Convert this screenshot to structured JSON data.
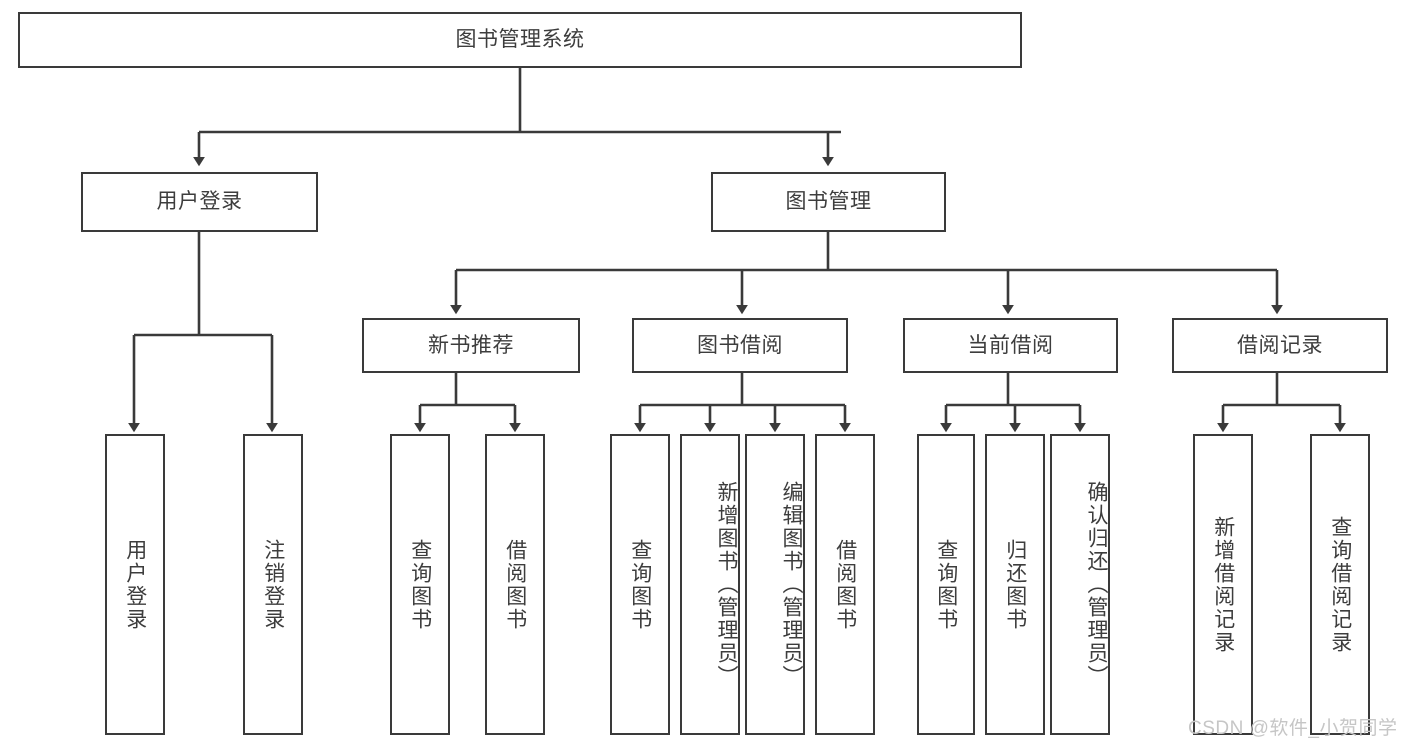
{
  "diagram": {
    "title": "图书管理系统",
    "type": "tree-hierarchy",
    "nodes": {
      "root": {
        "label": "图书管理系统",
        "level": 1
      },
      "l2_user_login": {
        "label": "用户登录",
        "level": 2
      },
      "l2_book_mgmt": {
        "label": "图书管理",
        "level": 2
      },
      "l3_new_book_rec": {
        "label": "新书推荐",
        "level": 3
      },
      "l3_book_borrow": {
        "label": "图书借阅",
        "level": 3
      },
      "l3_current_borrow": {
        "label": "当前借阅",
        "level": 3
      },
      "l3_borrow_record": {
        "label": "借阅记录",
        "level": 3
      },
      "leaf_user_login": {
        "label": "用户登录",
        "level": 4
      },
      "leaf_logout": {
        "label": "注销登录",
        "level": 4
      },
      "leaf_query_book_1": {
        "label": "查询图书",
        "level": 4
      },
      "leaf_borrow_book_1": {
        "label": "借阅图书",
        "level": 4
      },
      "leaf_query_book_2": {
        "label": "查询图书",
        "level": 4
      },
      "leaf_add_book": {
        "label": "新增图书（管理员）",
        "level": 4
      },
      "leaf_edit_book": {
        "label": "编辑图书（管理员）",
        "level": 4
      },
      "leaf_borrow_book_2": {
        "label": "借阅图书",
        "level": 4
      },
      "leaf_query_book_3": {
        "label": "查询图书",
        "level": 4
      },
      "leaf_return_book": {
        "label": "归还图书",
        "level": 4
      },
      "leaf_confirm_return": {
        "label": "确认归还（管理员）",
        "level": 4
      },
      "leaf_add_record": {
        "label": "新增借阅记录",
        "level": 4
      },
      "leaf_query_record": {
        "label": "查询借阅记录",
        "level": 4
      }
    },
    "colors": {
      "border": "#3a3a3a",
      "text": "#3d3d3d",
      "background": "#ffffff",
      "edge": "#3a3a3a",
      "watermark": "#c6c6c6"
    }
  },
  "watermark": {
    "text": "CSDN @软件_小贺同学"
  }
}
